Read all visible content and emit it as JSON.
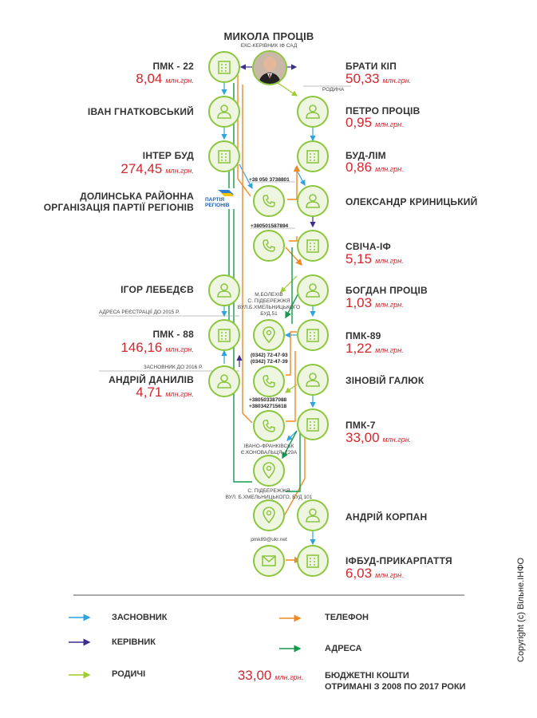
{
  "top_person": {
    "name": "МИКОЛА ПРОЦІВ",
    "subtitle": "ЕКС-КЕРІВНИК ІФ САД"
  },
  "left_entities": [
    {
      "name": "ПМК - 22",
      "value": "8,04",
      "unit": "млн.грн."
    },
    {
      "name": "ІВАН ГНАТКОВСЬКИЙ"
    },
    {
      "name": "ІНТЕР БУД",
      "value": "274,45",
      "unit": "млн.грн."
    },
    {
      "name_line1": "ДОЛИНСЬКА РАЙОННА",
      "name_line2": "ОРГАНІЗАЦІЯ ПАРТІЇ РЕГІОНІВ",
      "logo": "ПАРТІЯ РЕГІОНІВ"
    },
    {
      "name": "ІГОР ЛЕБЕДЄВ"
    },
    {
      "name": "ПМК - 88",
      "value": "146,16",
      "unit": "млн.грн."
    },
    {
      "name": "АНДРІЙ ДАНИЛІВ",
      "value": "4,71",
      "unit": "млн.грн."
    }
  ],
  "right_entities": [
    {
      "name": "БРАТИ КІП",
      "value": "50,33",
      "unit": "млн.грн."
    },
    {
      "name": "ПЕТРО ПРОЦІВ",
      "value": "0,95",
      "unit": "млн.грн."
    },
    {
      "name": "БУД-ЛІМ",
      "value": "0,86",
      "unit": "млн.грн."
    },
    {
      "name": "ОЛЕКСАНДР КРИНИЦЬКИЙ"
    },
    {
      "name": "СВІЧА-ІФ",
      "value": "5,15",
      "unit": "млн.грн."
    },
    {
      "name": "БОГДАН ПРОЦІВ",
      "value": "1,03",
      "unit": "млн.грн."
    },
    {
      "name": "ПМК-89",
      "value": "1,22",
      "unit": "млн.грн."
    },
    {
      "name": "ЗІНОВІЙ ГАЛЮК"
    },
    {
      "name": "ПМК-7",
      "value": "33,00",
      "unit": "млн.грн."
    },
    {
      "name": "АНДРІЙ КОРПАН"
    },
    {
      "name": "ІФБУД-ПРИКАРПАТТЯ",
      "value": "6,03",
      "unit": "млн.грн."
    }
  ],
  "annotations": {
    "family": "РОДИНА",
    "reg_address": "АДРЕСА РЕЄСТРАЦІЇ ДО 2015 Р.",
    "founder_until": "ЗАСНОВНИК ДО 2016 Р."
  },
  "center": {
    "phone1": "+38 050 3738801",
    "phone2": "+380501587894",
    "address1_l1": "М.БОЛЕХІВ",
    "address1_l2": "С. ПІДБЕРЕЖЖЯ",
    "address1_l3": "ВУЛ.Б.ХМЕЛЬНИЦЬКОГО",
    "address1_l4": "БУД.51",
    "phone3_l1": "(0342) 72-47-93",
    "phone3_l2": "(0342) 72-47-39",
    "phone4_l1": "+380503387088",
    "phone4_l2": "+380342715618",
    "address2_l1": "ІВАНО-ФРАНКІВСЬК",
    "address2_l2": "Є.КОНОВАЛЬЦЯ, 229А",
    "address3_l1": "С. ПІДБЕРЕЖЖЯ",
    "address3_l2": "ВУЛ. Б.ХМЕЛЬНИЦЬКОГО, БУД 101",
    "email": "pmk89@ukr.net"
  },
  "legend": {
    "founder": "ЗАСНОВНИК",
    "manager": "КЕРІВНИК",
    "relatives": "РОДИЧІ",
    "phone": "ТЕЛЕФОН",
    "address": "АДРЕСА",
    "budget_value": "33,00",
    "budget_unit": "млн.грн.",
    "budget_l1": "БЮДЖЕТНІ КОШТИ",
    "budget_l2": "ОТРИМАНІ З 2008 ПО 2017 РОКИ"
  },
  "copyright": "Copyright (c) Вільне.ІНФО",
  "colors": {
    "founder": "#2ea3dc",
    "manager": "#3b2f8f",
    "relatives": "#9ccc2e",
    "phone": "#f08a24",
    "address": "#159a4a",
    "money": "#d2272e",
    "node_border": "#8cc63f",
    "node_fill": "#eef6e2"
  }
}
